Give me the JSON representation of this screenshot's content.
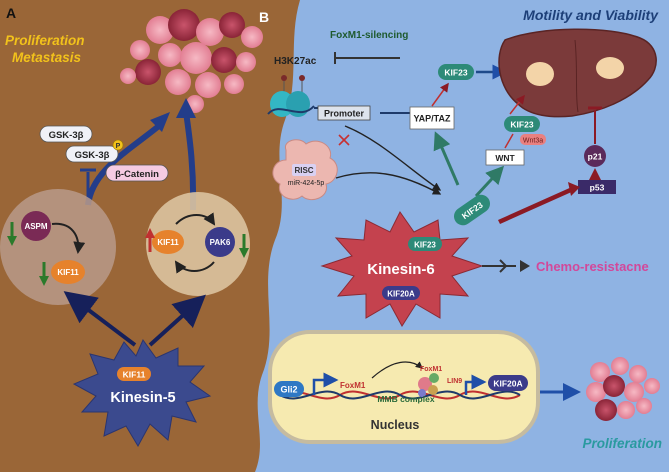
{
  "panel_a": {
    "letter": "A",
    "title_line1": "Proliferation",
    "title_line2": "Metastasis",
    "gsk1": "GSK-3β",
    "gsk2": "GSK-3β",
    "phospho": "P",
    "beta_catenin": "β-Catenin",
    "aspm": "ASPM",
    "kif11_left": "KIF11",
    "kif11_right": "KIF11",
    "pak6": "PAK6",
    "kinesin5_badge": "KIF11",
    "kinesin5_label": "Kinesin-5"
  },
  "panel_b": {
    "letter": "B",
    "title_top": "Motility and Viability",
    "foxm1_silencing": "FoxM1-silencing",
    "h3k27ac": "H3K27ac",
    "promoter": "Promoter",
    "risc": "RISC",
    "mir": "miR-424-5p",
    "yap_taz": "YAP/TAZ",
    "kif23_top": "KIF23",
    "kif23_mid": "KIF23",
    "wnt3a": "Wnt3a",
    "wnt": "WNT",
    "kif23_center": "KIF23",
    "p21": "p21",
    "p53": "p53",
    "kinesin6_label": "Kinesin-6",
    "kinesin6_kif23": "KIF23",
    "kinesin6_kif20a": "KIF20A",
    "chemo": "Chemo-resistacne",
    "gli2": "Gli2",
    "foxm1_a": "FoxM1",
    "foxm1_b": "FoxM1",
    "lin9": "LIN9",
    "mmb": "MMB complex",
    "kif20a_nuc": "KIF20A",
    "nucleus": "Nucleus",
    "proliferation": "Proliferation"
  },
  "colors": {
    "panel_a_bg": "#9a6637",
    "panel_b_bg": "#8fb3e3",
    "title_gold": "#f2c21b",
    "title_navy": "#1d3f78",
    "title_teal": "#2a9aa0",
    "chemo_pink": "#d2489a",
    "kif_orange": "#e6822c",
    "kif_teal": "#2d8a78",
    "kinesin6_red": "#c4424e",
    "kinesin5_navy": "#3b4a8e",
    "nucleus_cream": "#f6eab0"
  }
}
